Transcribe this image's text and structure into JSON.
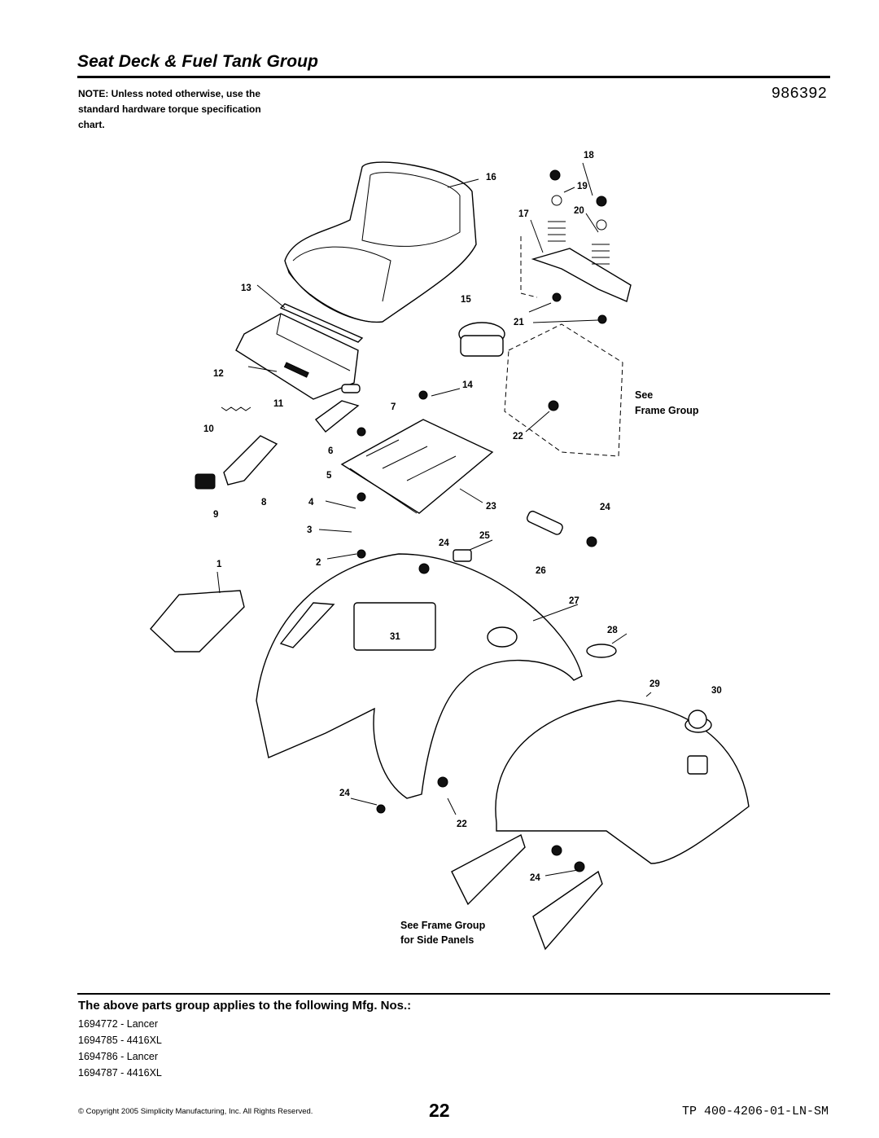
{
  "header": {
    "title": "Seat Deck & Fuel Tank Group",
    "part_number": "986392",
    "note": "NOTE: Unless noted otherwise, use the standard hardware torque specification chart."
  },
  "diagram": {
    "callouts": [
      "1",
      "2",
      "3",
      "4",
      "5",
      "6",
      "7",
      "8",
      "9",
      "10",
      "11",
      "12",
      "13",
      "14",
      "15",
      "16",
      "17",
      "18",
      "19",
      "20",
      "21",
      "22",
      "23",
      "24",
      "25",
      "26",
      "27",
      "28",
      "29",
      "30",
      "31"
    ],
    "frame_note_line1": "See",
    "frame_note_line2": "Frame Group",
    "side_panels_line1": "See Frame Group",
    "side_panels_line2": "for Side Panels"
  },
  "applies": {
    "heading": "The above parts group applies to the following Mfg. Nos.:",
    "models": [
      "1694772 - Lancer",
      "1694785 - 4416XL",
      "1694786 - Lancer",
      "1694787 - 4416XL"
    ]
  },
  "footer": {
    "copyright": "© Copyright 2005 Simplicity Manufacturing, Inc. All Rights Reserved.",
    "page": "22",
    "doc_ref": "TP 400-4206-01-LN-SM"
  }
}
